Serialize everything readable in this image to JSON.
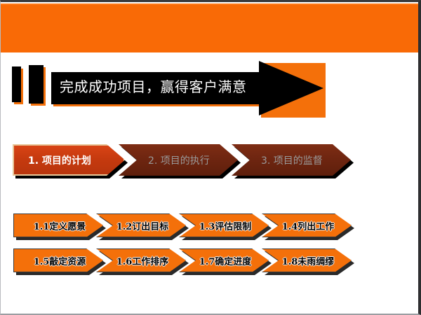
{
  "slide": {
    "background_color": "#ffffff",
    "accent_color": "#F96A06",
    "active_phase_color": "#C63A0F",
    "dim_phase_color": "#6D2510",
    "task_color": "#F4700A"
  },
  "banner": {
    "title": "完成成功项目，赢得客户满意",
    "shape": "right-arrow-banner",
    "fill": "#000000",
    "shadow": "#F4700A",
    "ticks": [
      "tick-bar-1",
      "tick-bar-2"
    ]
  },
  "phases": [
    {
      "label": "1. 项目的计划",
      "state": "active"
    },
    {
      "label": "2. 项目的执行",
      "state": "dim"
    },
    {
      "label": "3. 项目的监督",
      "state": "dim"
    }
  ],
  "tasks_row1": [
    {
      "label": "1.1定义愿景"
    },
    {
      "label": "1.2订出目标"
    },
    {
      "label": "1.3评估限制"
    },
    {
      "label": "1.4列出工作"
    }
  ],
  "tasks_row2": [
    {
      "label": "1.5敲定资源"
    },
    {
      "label": "1.6工作排序"
    },
    {
      "label": "1.7确定进度"
    },
    {
      "label": "1.8未雨绸缪"
    }
  ]
}
